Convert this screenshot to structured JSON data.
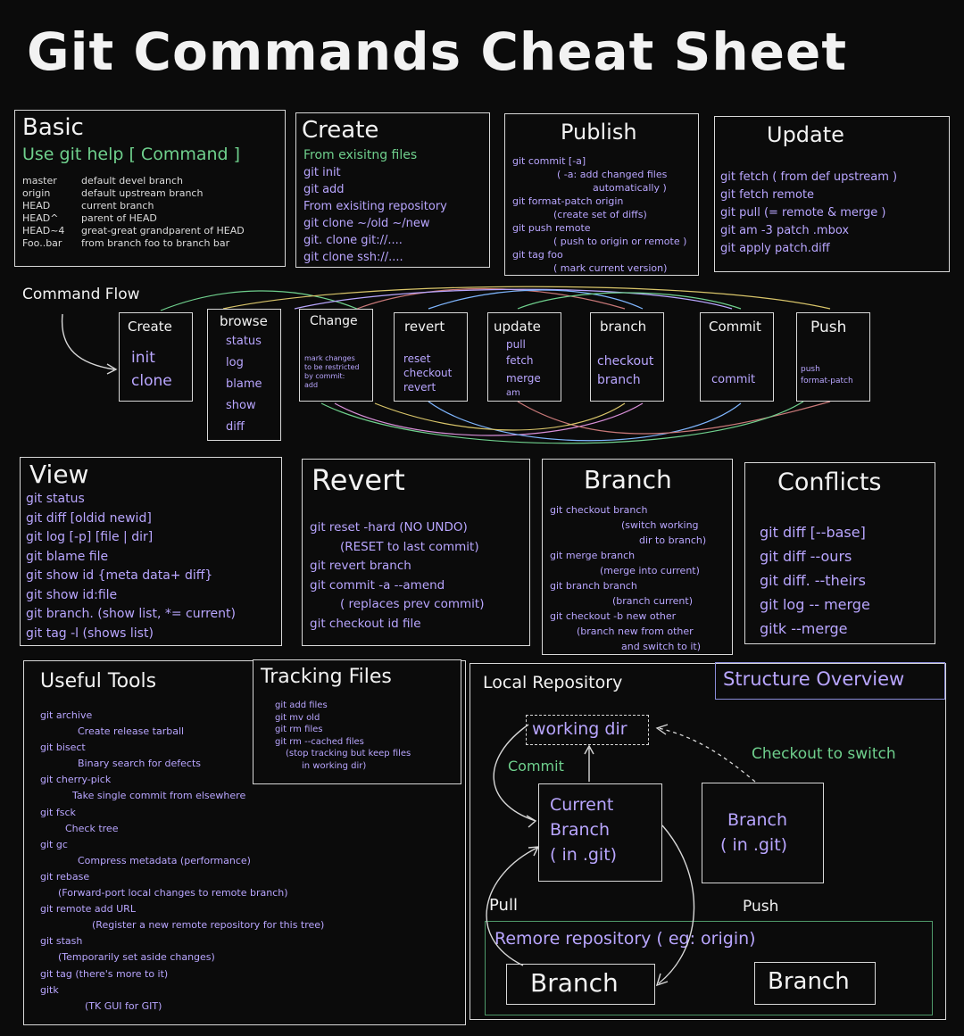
{
  "title": "Git Commands Cheat Sheet",
  "basic": {
    "title": "Basic",
    "subtitle": "Use git help [ Command ]",
    "rows": [
      {
        "term": "master",
        "desc": "default devel branch"
      },
      {
        "term": "origin",
        "desc": "default upstream branch"
      },
      {
        "term": "HEAD",
        "desc": "current branch"
      },
      {
        "term": "HEAD^",
        "desc": "parent of HEAD"
      },
      {
        "term": "HEAD~4",
        "desc": "great-great grandparent of HEAD"
      },
      {
        "term": "Foo..bar",
        "desc": "from branch foo to branch bar"
      }
    ]
  },
  "create": {
    "title": "Create",
    "lines": [
      "From exisitng files",
      "git init",
      "git add",
      "From exisiting repository",
      "git clone ~/old ~/new",
      "git. clone git://....",
      "git clone ssh://...."
    ]
  },
  "publish": {
    "title": "Publish",
    "lines": [
      "git commit [-a]",
      "( -a: add changed files",
      "automatically )",
      "git format-patch origin",
      "(create set of diffs)",
      "git push remote",
      "( push to origin or remote )",
      "git tag foo",
      "( mark current version)"
    ]
  },
  "update": {
    "title": "Update",
    "lines": [
      "git fetch ( from def upstream )",
      "git fetch remote",
      "git pull (= remote & merge )",
      "git am -3 patch .mbox",
      "git apply patch.diff"
    ]
  },
  "flow": {
    "label": "Command Flow",
    "boxes": [
      {
        "title": "Create",
        "items": [
          "init",
          "clone"
        ]
      },
      {
        "title": "browse",
        "items": [
          "status",
          "log",
          "blame",
          "show",
          "diff"
        ]
      },
      {
        "title": "Change",
        "items": [
          "mark changes",
          "to be restricted",
          "by commit:",
          "add"
        ]
      },
      {
        "title": "revert",
        "items": [
          "reset",
          "checkout",
          "revert"
        ]
      },
      {
        "title": "update",
        "items": [
          "pull",
          "fetch",
          "merge",
          "am"
        ]
      },
      {
        "title": "branch",
        "items": [
          "checkout",
          "branch"
        ]
      },
      {
        "title": "Commit",
        "items": [
          "commit"
        ]
      },
      {
        "title": "Push",
        "items": [
          "push",
          "format-patch"
        ]
      }
    ]
  },
  "view": {
    "title": "View",
    "lines": [
      "git status",
      "git diff [oldid newid]",
      "git log [-p] [file | dir]",
      "git blame file",
      "git show id {meta data+ diff}",
      "git show id:file",
      "git branch. (show list, *= current)",
      "git tag -l (shows list)"
    ]
  },
  "revert": {
    "title": "Revert",
    "lines": [
      "git reset -hard (NO UNDO)",
      "(RESET to last commit)",
      "git revert branch",
      "git commit -a --amend",
      "( replaces prev commit)",
      "git checkout id file"
    ]
  },
  "branch": {
    "title": "Branch",
    "lines": [
      "git checkout branch",
      "(switch working",
      "dir to branch)",
      "git merge branch",
      "(merge into current)",
      "git branch branch",
      "(branch current)",
      "git checkout -b new other",
      "(branch new from other",
      "and switch to it)"
    ]
  },
  "conflicts": {
    "title": "Conflicts",
    "lines": [
      "git diff [--base]",
      "git diff --ours",
      "git diff. --theirs",
      "git log -- merge",
      "gitk --merge"
    ]
  },
  "tools": {
    "title": "Useful Tools",
    "lines": [
      "git archive",
      "Create release tarball",
      "git bisect",
      "Binary search for defects",
      "git cherry-pick",
      "Take single commit from elsewhere",
      "git fsck",
      "Check tree",
      "git gc",
      "Compress metadata (performance)",
      "git rebase",
      "(Forward-port local changes to remote branch)",
      "git remote add URL",
      "(Register a new remote repository for this tree)",
      "git stash",
      "(Temporarily set aside changes)",
      "git tag (there's more to it)",
      "gitk",
      "(TK GUI for GIT)"
    ]
  },
  "tracking": {
    "title": "Tracking Files",
    "lines": [
      "git add files",
      "git mv old",
      "git rm files",
      "git rm --cached files",
      "(stop tracking but keep files",
      "in working dir)"
    ]
  },
  "structure": {
    "local_label": "Local Repository",
    "overview_label": "Structure Overview",
    "working_dir": "working dir",
    "commit_label": "Commit",
    "checkout_label": "Checkout to switch",
    "current_branch": [
      "Current",
      "Branch",
      "( in .git)"
    ],
    "branch_git": [
      "Branch",
      "( in .git)"
    ],
    "pull_label": "Pull",
    "push_label": "Push",
    "remote_label": "Remore repository ( eg: origin)",
    "remote_branch_1": "Branch",
    "remote_branch_2": "Branch"
  },
  "colors": {
    "background": "#0b0b0b",
    "border": "#d8d8d8",
    "accent_purple": "#b9a6ff",
    "accent_green": "#6fd08d"
  }
}
